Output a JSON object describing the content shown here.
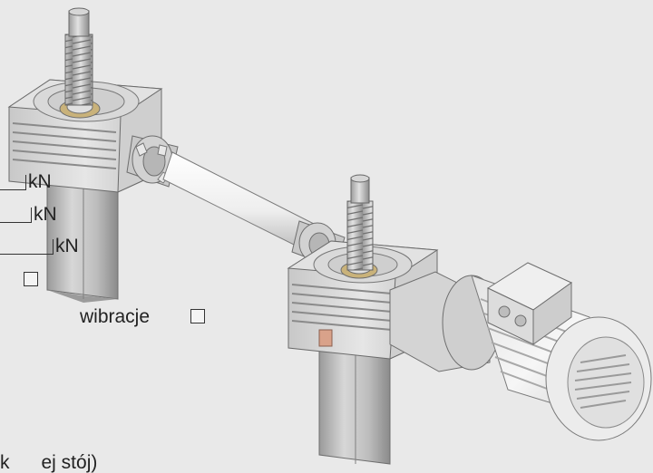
{
  "fields": {
    "unit_1": "kN",
    "unit_2": "kN",
    "unit_3": "kN",
    "vibration_label": "wibracje",
    "bottom_fragment": "k      ej stój)"
  },
  "colors": {
    "background": "#e9e9e9",
    "metal_light": "#dcdcdc",
    "metal_mid": "#b9b9b9",
    "metal_dark": "#8e8e8e",
    "brass": "#c9b27a",
    "shaft": "#f5f5f5",
    "text": "#222222"
  },
  "icons": [
    "screw-jack-left",
    "screw-jack-right",
    "drive-shaft",
    "coupling",
    "electric-motor",
    "terminal-box"
  ]
}
